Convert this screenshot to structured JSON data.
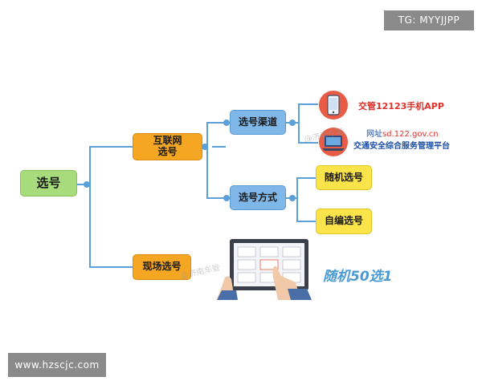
{
  "watermarks": {
    "top_right": "TG: MYYJJPP",
    "bottom_left": "www.hzscjc.com",
    "overlay_1": "@济南车管",
    "overlay_2": "@济南车管"
  },
  "nodes": {
    "root": "选号",
    "internet_line1": "互联网",
    "internet_line2": "选号",
    "onsite": "现场选号",
    "channel": "选号渠道",
    "method": "选号方式",
    "random": "随机选号",
    "custom": "自编选号"
  },
  "channels": {
    "app": "交管12123手机APP",
    "website_prefix": "网址",
    "website_url": "sd.122.gov.cn",
    "website_name": "交通安全综合服务管理平台"
  },
  "onsite_label": "随机50选1",
  "icons": {
    "phone": "phone-icon",
    "laptop": "laptop-icon",
    "tablet": "tablet-selection-icon"
  },
  "colors": {
    "edge": "#5ba0d8",
    "root": "#a8db7c",
    "orange": "#f5a623",
    "blue": "#7fb8e8",
    "yellow": "#fbe34a"
  }
}
